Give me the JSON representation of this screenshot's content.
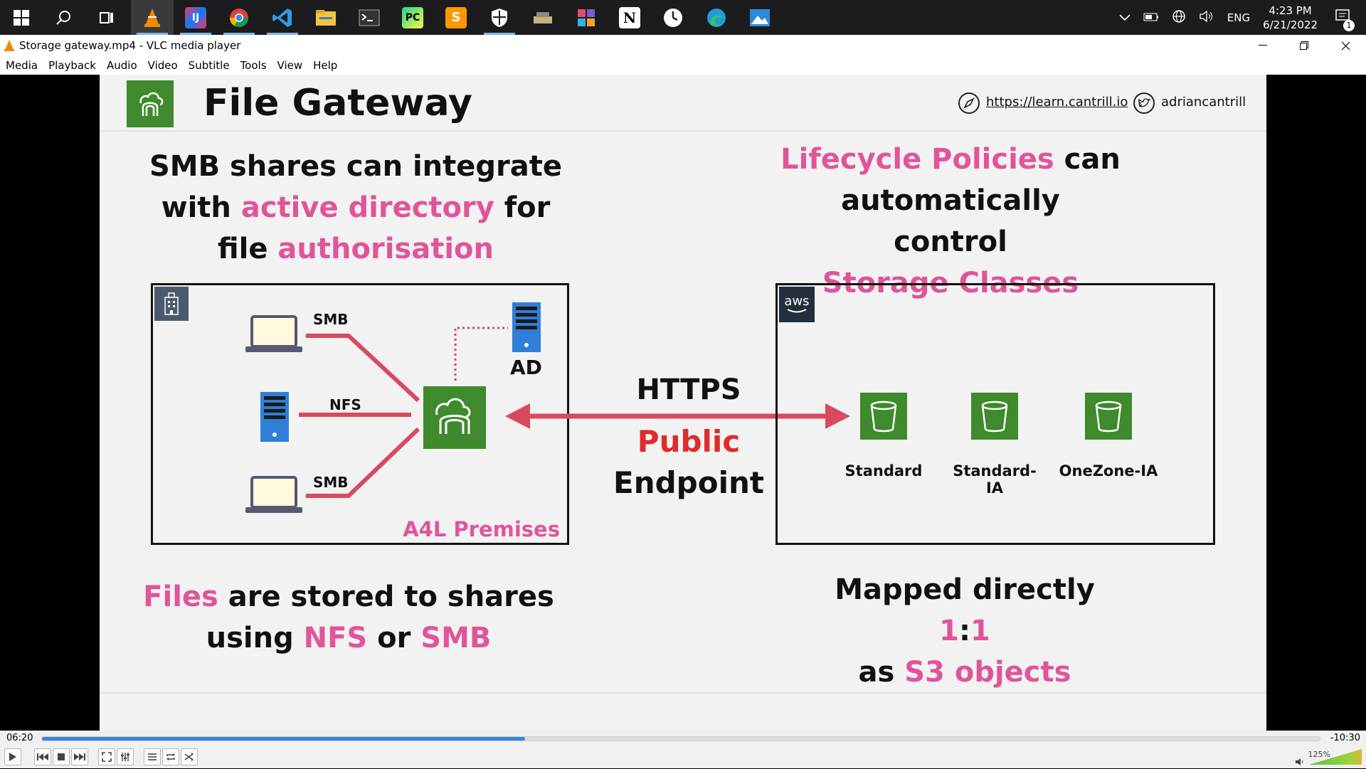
{
  "taskbar": {
    "icons": [
      "windows-icon",
      "search-icon",
      "task-view-icon",
      "vlc-icon",
      "intellij-icon",
      "chrome-icon",
      "vscode-icon",
      "file-explorer-icon",
      "terminal-icon",
      "pycharm-icon",
      "sublime-icon",
      "security-icon",
      "app-icon",
      "photos-icon",
      "notion-icon",
      "clock-app-icon",
      "edge-icon",
      "photo-viewer-icon"
    ],
    "language": "ENG",
    "time": "4:23 PM",
    "date": "6/21/2022",
    "notification_count": "1"
  },
  "window": {
    "title": "Storage gateway.mp4 - VLC media player"
  },
  "menu": [
    "Media",
    "Playback",
    "Audio",
    "Video",
    "Subtitle",
    "Tools",
    "View",
    "Help"
  ],
  "slide": {
    "title": "File Gateway",
    "url": "https://learn.cantrill.io",
    "handle": "adriancantrill",
    "left_heading": {
      "l1": "SMB shares can integrate",
      "l2a": "with ",
      "l2b": "active directory",
      "l2c": " for",
      "l3a": "file ",
      "l3b": "authorisation"
    },
    "right_heading": {
      "l1a": "Lifecycle Policies",
      "l1b": " can",
      "l2": "automatically control",
      "l3": "Storage Classes"
    },
    "premises": {
      "label": "A4L Premises",
      "smb1": "SMB",
      "nfs": "NFS",
      "smb2": "SMB",
      "ad": "AD"
    },
    "middle": {
      "https": "HTTPS",
      "public": "Public",
      "endpoint": "Endpoint"
    },
    "aws": {
      "logo": "aws",
      "classes": [
        "Standard",
        "Standard-IA",
        "OneZone-IA"
      ]
    },
    "bottom_left": {
      "l1a": "Files",
      "l1b": " are stored to shares",
      "l2a": "using ",
      "l2b": "NFS",
      "l2c": " or ",
      "l2d": "SMB"
    },
    "bottom_right": {
      "l1a": "Mapped directly ",
      "l1b": "1",
      "l1c": ":",
      "l1d": "1",
      "l2a": "as ",
      "l2b": "S3 objects"
    }
  },
  "player": {
    "elapsed": "06:20",
    "remaining": "-10:30",
    "progress": 0.378,
    "volume": "125%"
  },
  "colors": {
    "accent_pink": "#e0559a",
    "public_red": "#e02b2b",
    "arrow": "#d94a5e",
    "gateway_green": "#3e8a2c",
    "server_blue": "#2f7fd6",
    "seek_blue": "#3a85d8"
  }
}
